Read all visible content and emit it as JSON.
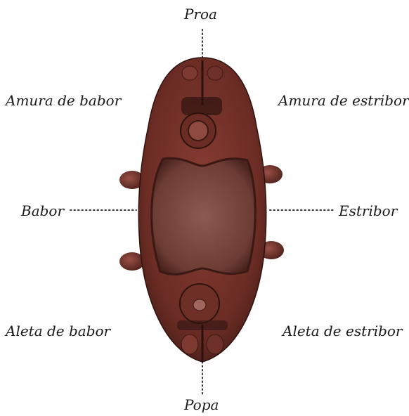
{
  "labels": {
    "proa": "Proa",
    "popa": "Popa",
    "amura_babor": "Amura de babor",
    "amura_estribor": "Amura de estribor",
    "babor": "Babor",
    "estribor": "Estribor",
    "aleta_babor": "Aleta de babor",
    "aleta_estribor": "Aleta de estribor"
  },
  "colors": {
    "vessel_body": "#6e2f27",
    "vessel_dark": "#3c1a15",
    "basin": "#7a4a42",
    "leader": "#333333",
    "text": "#1a1a1a"
  }
}
